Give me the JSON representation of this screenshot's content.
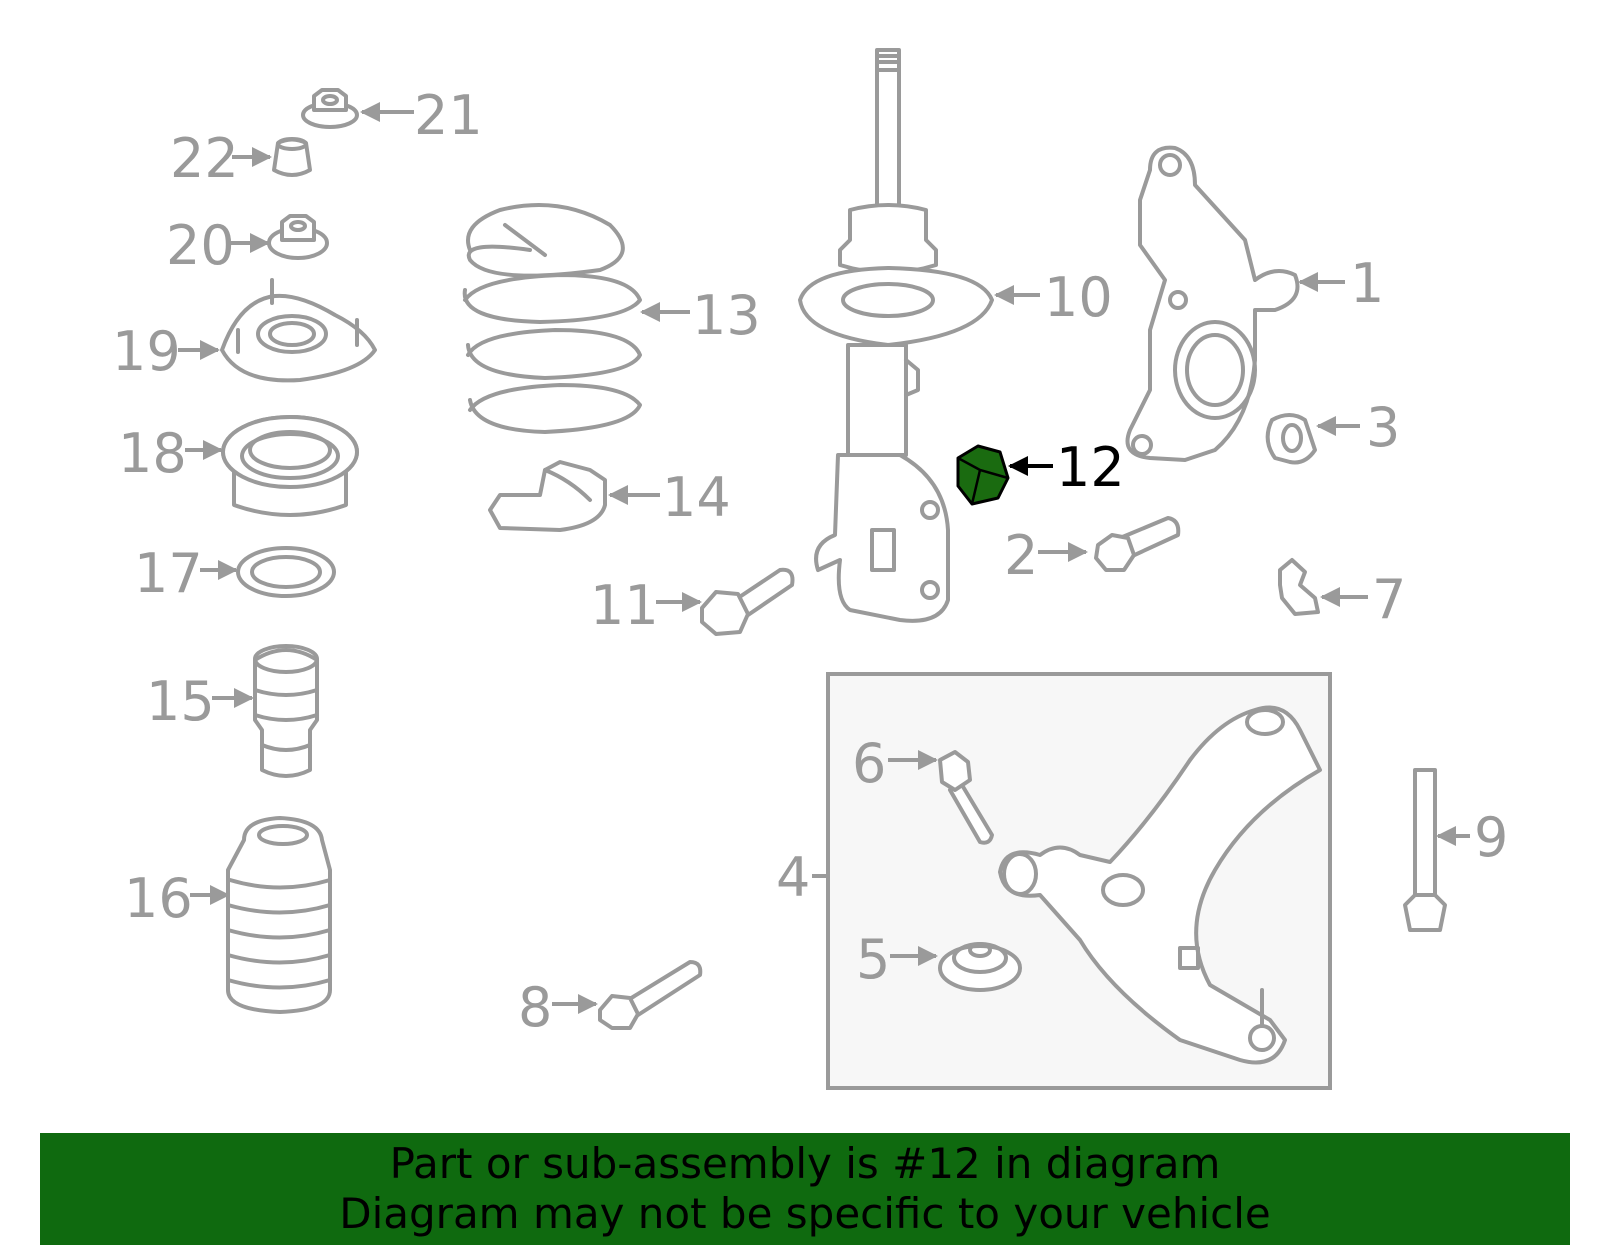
{
  "diagram": {
    "highlight_part": "12",
    "highlight_color": "#1a6b10",
    "callouts": [
      {
        "id": "c1",
        "label": "1"
      },
      {
        "id": "c2",
        "label": "2"
      },
      {
        "id": "c3",
        "label": "3"
      },
      {
        "id": "c4",
        "label": "4"
      },
      {
        "id": "c5",
        "label": "5"
      },
      {
        "id": "c6",
        "label": "6"
      },
      {
        "id": "c7",
        "label": "7"
      },
      {
        "id": "c8",
        "label": "8"
      },
      {
        "id": "c9",
        "label": "9"
      },
      {
        "id": "c10",
        "label": "10"
      },
      {
        "id": "c11",
        "label": "11"
      },
      {
        "id": "c12",
        "label": "12"
      },
      {
        "id": "c13",
        "label": "13"
      },
      {
        "id": "c14",
        "label": "14"
      },
      {
        "id": "c15",
        "label": "15"
      },
      {
        "id": "c16",
        "label": "16"
      },
      {
        "id": "c17",
        "label": "17"
      },
      {
        "id": "c18",
        "label": "18"
      },
      {
        "id": "c19",
        "label": "19"
      },
      {
        "id": "c20",
        "label": "20"
      },
      {
        "id": "c21",
        "label": "21"
      },
      {
        "id": "c22",
        "label": "22"
      }
    ]
  },
  "banner": {
    "line1": "Part or sub-assembly is #12 in diagram",
    "line2": "Diagram may not be specific to your vehicle",
    "color": "#0f6a0f"
  }
}
